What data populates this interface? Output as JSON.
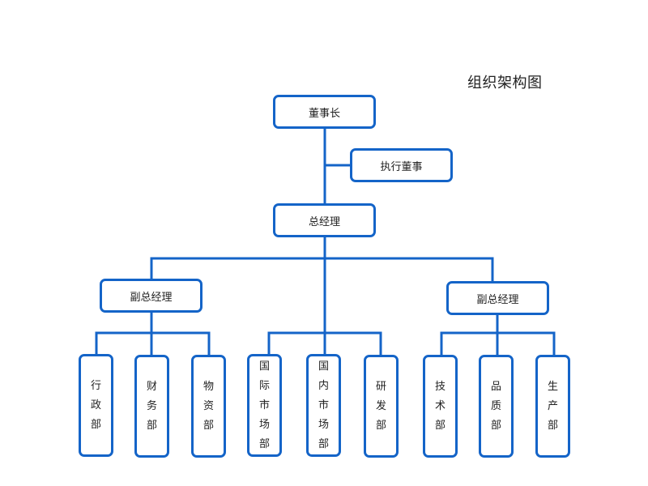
{
  "title": "组织架构图",
  "nodes": {
    "chairman": "董事长",
    "executive_director": "执行董事",
    "general_manager": "总经理",
    "vgm_left": "副总经理",
    "vgm_right": "副总经理",
    "admin_dept": "行政部",
    "finance_dept": "财务部",
    "materials_dept": "物资部",
    "intl_market_dept": "国际市场部",
    "domestic_market_dept": "国内市场部",
    "rd_dept": "研发部",
    "tech_dept": "技术部",
    "quality_dept": "品质部",
    "production_dept": "生产部"
  },
  "colors": {
    "line": "#1464c8",
    "box_border": "#1464c8",
    "text": "#222222",
    "background": "#ffffff"
  }
}
